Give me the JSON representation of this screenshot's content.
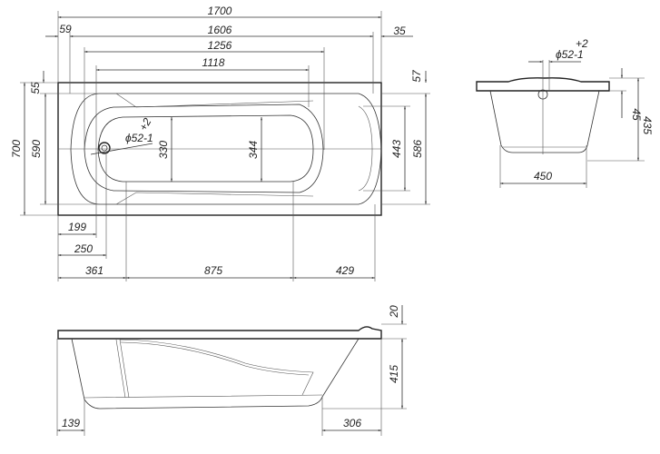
{
  "top_view": {
    "dims": {
      "d1700": "1700",
      "d59": "59",
      "d1606": "1606",
      "d35": "35",
      "d1256": "1256",
      "d1118": "1118",
      "d57": "57",
      "d55": "55",
      "d700": "700",
      "d590": "590",
      "d443": "443",
      "d586": "586",
      "d330": "330",
      "d344": "344",
      "drain": "ϕ52-1",
      "drain_tol": "+2",
      "d199": "199",
      "d250": "250",
      "d361": "361",
      "d875": "875",
      "d429": "429"
    }
  },
  "end_view": {
    "dims": {
      "drain": "ϕ52-1",
      "drain_tol": "+2",
      "d45": "45",
      "d435": "435",
      "d450": "450"
    }
  },
  "side_view": {
    "dims": {
      "d20": "20",
      "d415": "415",
      "d139": "139",
      "d306": "306"
    }
  }
}
